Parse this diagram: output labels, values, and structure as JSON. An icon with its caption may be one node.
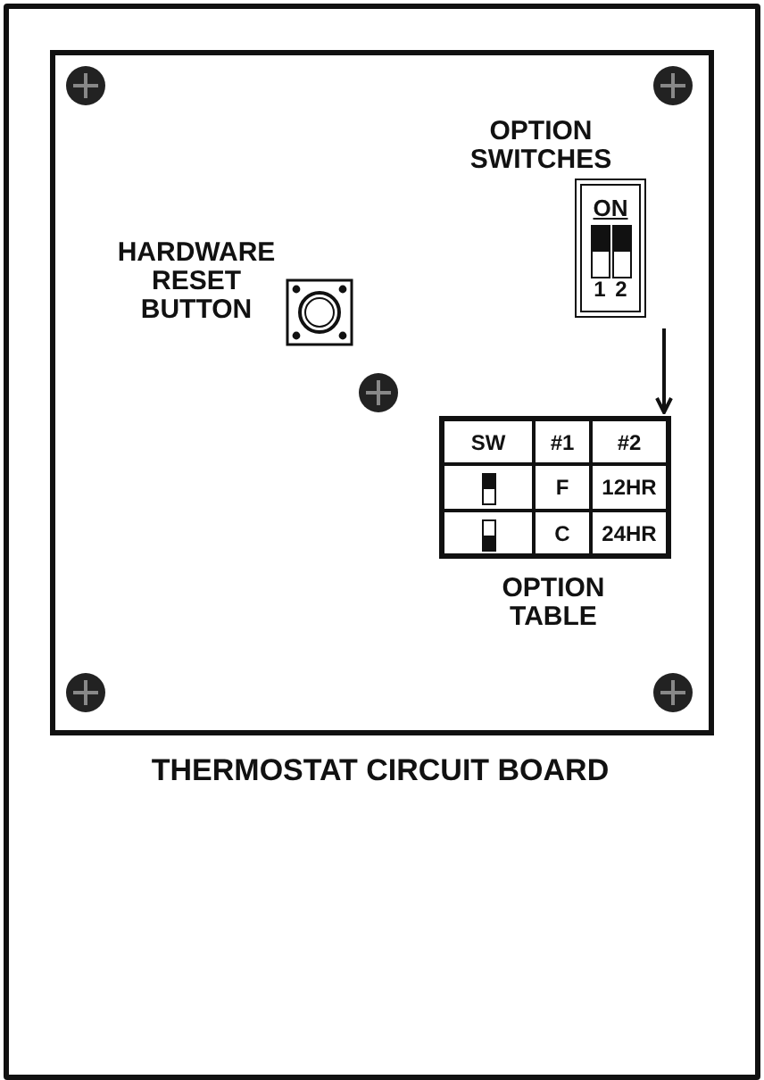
{
  "diagram": {
    "nodes": [
      {
        "text": [
          "ON",
          "1",
          "2"
        ],
        "beside": [
          "OPTION SWITCHES"
        ]
      },
      {
        "text": [
          "SW",
          "#1",
          "#2",
          "F",
          "12HR",
          "C",
          "24HR"
        ],
        "beside": [
          "OPTION TABLE"
        ]
      }
    ],
    "edges": [
      {
        "from": 0,
        "to": 1,
        "arrow": "to"
      }
    ],
    "labels": [
      "HARDWARE RESET BUTTON",
      "THERMOSTAT CIRCUIT BOARD"
    ]
  }
}
